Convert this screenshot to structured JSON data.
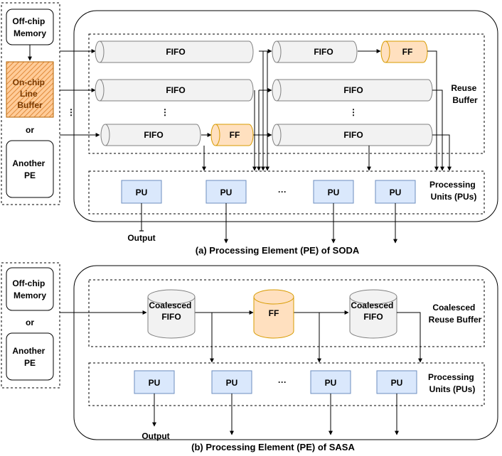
{
  "colors": {
    "fifo_fill": "#f2f2f2",
    "fifo_stroke": "#808080",
    "ff_fill": "#ffe0bf",
    "ff_stroke": "#d79b00",
    "pu_fill": "#dae8fc",
    "pu_stroke": "#6c8ebf",
    "line_buffer_fill": "#ffcc99",
    "line_buffer_hatch": "#e08a3a"
  },
  "soda": {
    "caption": "(a) Processing Element (PE) of SODA",
    "source": {
      "offchip_memory": [
        "Off-chip",
        "Memory"
      ],
      "line_buffer": [
        "On-chip",
        "Line",
        "Buffer"
      ],
      "vdots": "⋮",
      "or": "or",
      "another_pe": [
        "Another",
        "PE"
      ]
    },
    "reuse_buffer_label": [
      "Reuse",
      "Buffer"
    ],
    "fifo_label": "FIFO",
    "ff_label": "FF",
    "vdots": "⋮",
    "pu_label": "PU",
    "pu_dots": "···",
    "processing_units_label": [
      "Processing",
      "Units (PUs)"
    ],
    "output_label": "Output"
  },
  "sasa": {
    "caption": "(b) Processing Element (PE) of SASA",
    "source": {
      "offchip_memory": [
        "Off-chip",
        "Memory"
      ],
      "or": "or",
      "another_pe": [
        "Another",
        "PE"
      ]
    },
    "reuse_buffer_label": [
      "Coalesced",
      "Reuse Buffer"
    ],
    "coalesced_fifo_label": [
      "Coalesced",
      "FIFO"
    ],
    "ff_label": "FF",
    "pu_label": "PU",
    "pu_dots": "···",
    "processing_units_label": [
      "Processing",
      "Units (PUs)"
    ],
    "output_label": "Output"
  }
}
